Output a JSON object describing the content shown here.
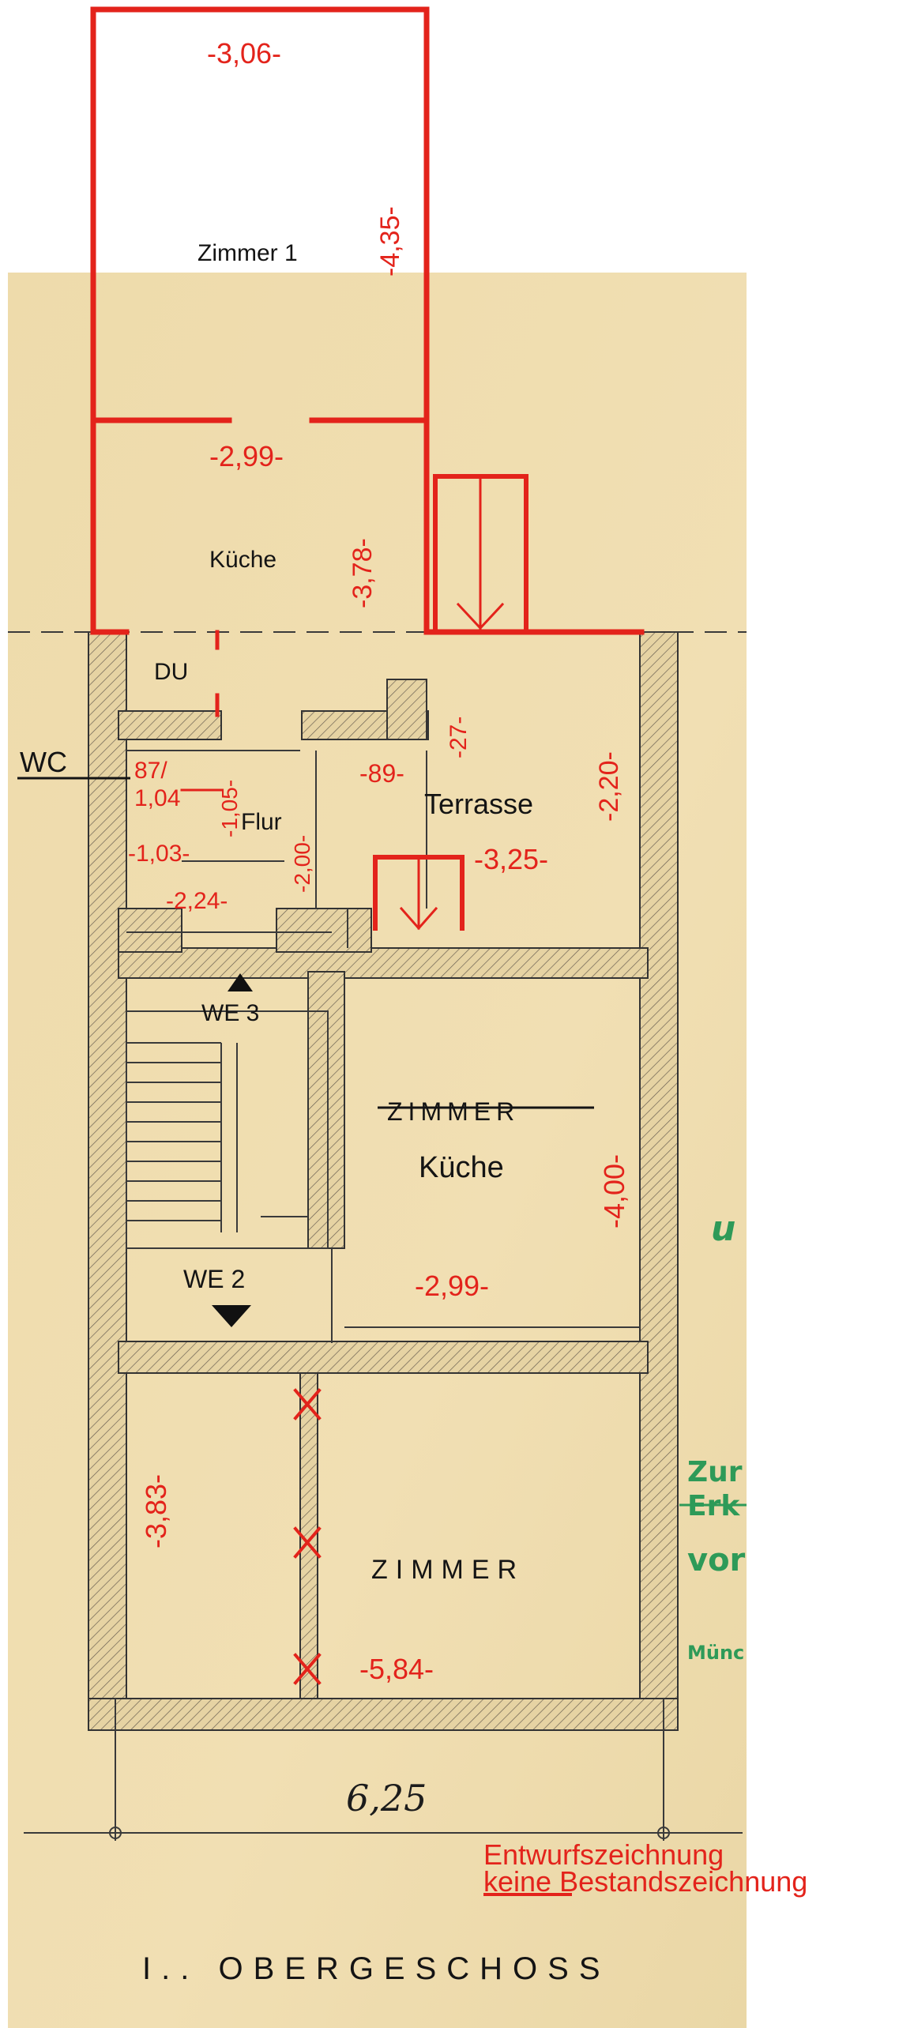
{
  "rooms": {
    "zimmer1": "Zimmer 1",
    "kueche_top": "Küche",
    "du": "DU",
    "wc": "WC",
    "flur": "Flur",
    "terrasse": "Terrasse",
    "zimmer_struck": "ZIMMER",
    "kueche_mid": "Küche",
    "zimmer_bottom": "ZIMMER"
  },
  "dimensions": {
    "d_306": "-3,06-",
    "d_435": "-4,35-",
    "d_299_top": "-2,99-",
    "d_378": "-3,78-",
    "d_27": "-27-",
    "d_89": "-89-",
    "d_220": "-2,20-",
    "d_87": "87/",
    "d_104": "1,04",
    "d_105": "-1,05-",
    "d_103": "-1,03-",
    "d_200": "-2,00-",
    "d_325": "-3,25-",
    "d_224": "-2,24-",
    "d_400": "-4,00-",
    "d_299_mid": "-2,99-",
    "d_383": "-3,83-",
    "d_584": "-5,84-"
  },
  "markers": {
    "we3": "WE 3",
    "we2": "WE 2"
  },
  "handwritten": {
    "overall_width": "6,25"
  },
  "notes": {
    "line1": "Entwurfszeichnung",
    "line2_underlined": "keine",
    "line2_rest": " Bestandszeichnung"
  },
  "floor_title": "I.. OBERGESCHOSS",
  "stamp_fragments": {
    "f1": "Zur",
    "f2": "Erk",
    "f3": "vor",
    "f4": "Münc",
    "f5": "u"
  },
  "colors": {
    "paper": "#efdcae",
    "red": "#e3231b",
    "ink": "#333333",
    "green": "#2e9a58"
  }
}
